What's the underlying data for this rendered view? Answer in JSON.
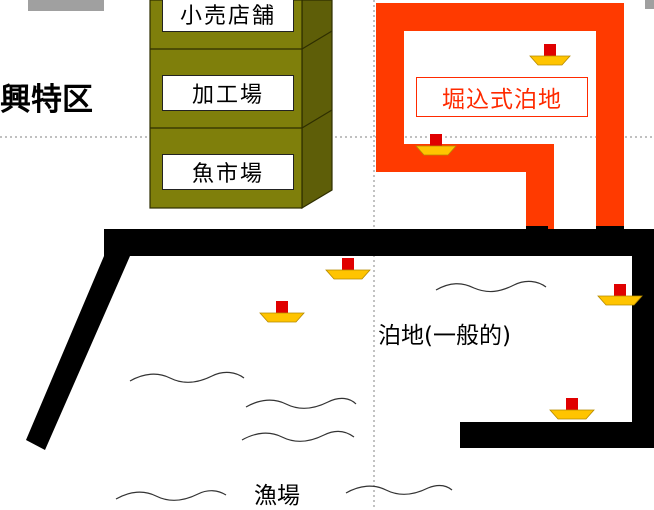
{
  "zone": {
    "label": "興特区"
  },
  "facilities": {
    "retail": "小売店舗",
    "processing": "加工場",
    "fish_market": "魚市場"
  },
  "dug_basin": {
    "label": "堀込式泊地"
  },
  "general_berth": {
    "label": "泊地(一般的)"
  },
  "fishing_ground": {
    "label": "漁場"
  },
  "colors": {
    "building_face": "#7f7f0b",
    "building_side": "#5e5e08",
    "breakwater": "#000000",
    "dug_basin": "#ff3a00",
    "boat_hull": "#ffc400",
    "boat_cabin": "#e00000"
  },
  "icons": {
    "boat": "fishing-boat-icon",
    "wave": "wave-icon"
  }
}
